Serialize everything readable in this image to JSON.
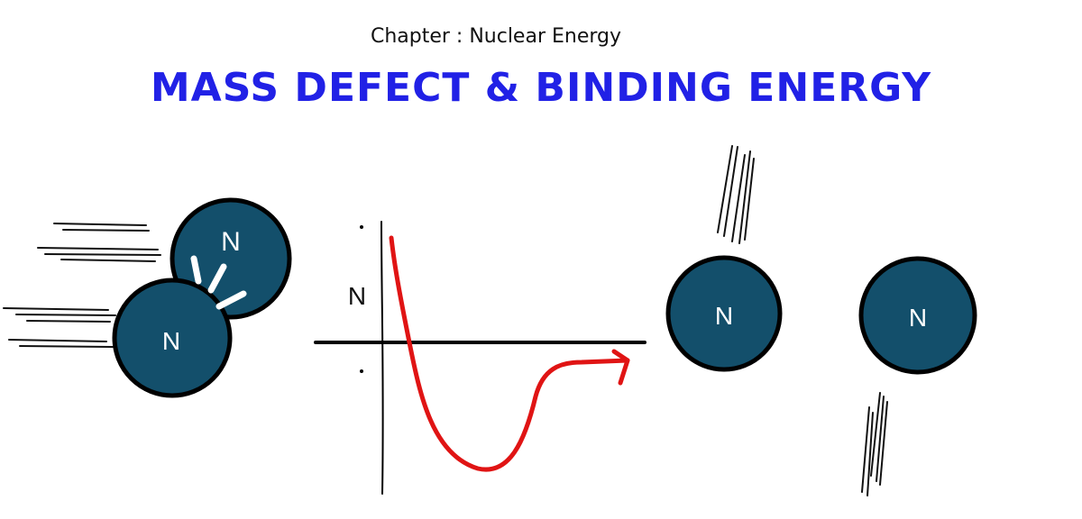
{
  "header": {
    "chapter": "Chapter : Nuclear Energy",
    "title": "MASS DEFECT &  BINDING ENERGY"
  },
  "nucleon_label": "N",
  "graph": {
    "ylabel": "N"
  },
  "colors": {
    "title": "#2121e6",
    "nucleon_fill": "#134f6b",
    "nucleon_stroke": "#000000",
    "curve": "#e01414",
    "axis": "#000000"
  }
}
